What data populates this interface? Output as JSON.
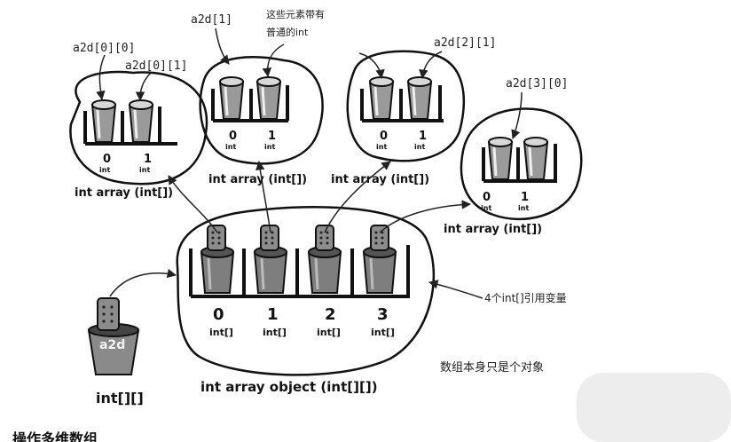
{
  "small_arrays": [
    {
      "top_labels": [
        "a2d[0][0]",
        "a2d[0][1]"
      ],
      "indices": [
        "0",
        "1"
      ],
      "index_type": "int",
      "caption": "int array (int[])"
    },
    {
      "top_labels": [
        "a2d[1]"
      ],
      "indices": [
        "0",
        "1"
      ],
      "index_type": "int",
      "caption": "int array (int[])"
    },
    {
      "top_labels": [
        "a2d[2][1]"
      ],
      "indices": [
        "0",
        "1"
      ],
      "index_type": "int",
      "caption": "int array (int[])"
    },
    {
      "top_labels": [
        "a2d[3][0]"
      ],
      "indices": [
        "0",
        "1"
      ],
      "index_type": "int",
      "caption": "int array (int[])"
    }
  ],
  "note_elements": [
    "这些元素带有",
    "普通的int"
  ],
  "main_array": {
    "indices": [
      "0",
      "1",
      "2",
      "3"
    ],
    "index_type": "int[]",
    "caption": "int array object (int[][])"
  },
  "note_refs": "4个int[]引用变量",
  "note_object": "数组本身只是个对象",
  "variable": {
    "name": "a2d",
    "type": "int[][]"
  },
  "bottom_text": "操作多维数组"
}
